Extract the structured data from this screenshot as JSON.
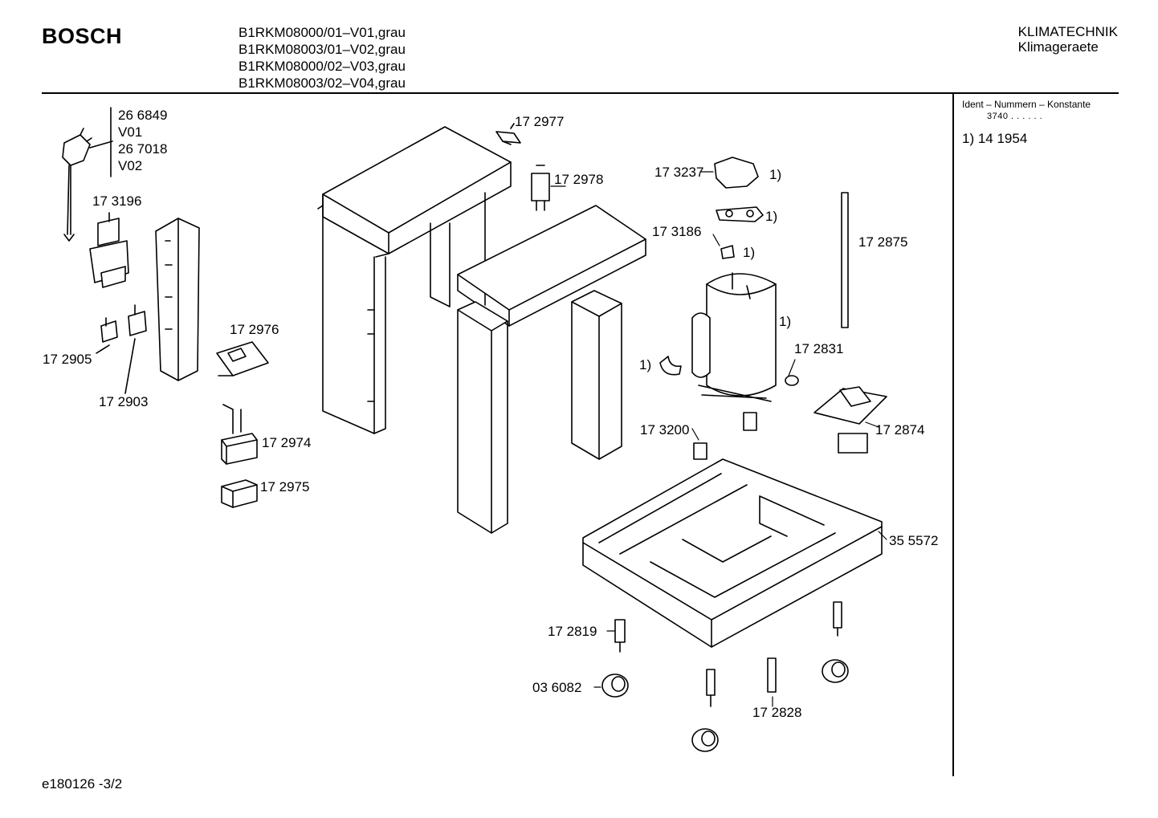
{
  "header": {
    "brand": "BOSCH",
    "models": [
      "B1RKM08000/01–V01,grau",
      "B1RKM08003/01–V02,grau",
      "B1RKM08000/02–V03,grau",
      "B1RKM08003/02–V04,grau"
    ],
    "category": "KLIMATECHNIK",
    "subcategory": "Klimageraete"
  },
  "sidebar": {
    "title": "Ident – Nummern – Konstante",
    "constant": "3740 . . . . . .",
    "notes": [
      "1) 14 1954"
    ]
  },
  "callouts": {
    "plug_a": "26 6849",
    "plug_a_var": "V01",
    "plug_b": "26 7018",
    "plug_b_var": "V02",
    "p173196": "17 3196",
    "p172905": "17 2905",
    "p172903": "17 2903",
    "p172976": "17 2976",
    "p172974": "17 2974",
    "p172975": "17 2975",
    "p172977": "17 2977",
    "p172978": "17 2978",
    "p173237": "17 3237",
    "p173186": "17 3186",
    "p172875": "17 2875",
    "p172831": "17 2831",
    "p172874": "17 2874",
    "p173200": "17 3200",
    "p355572": "35 5572",
    "p172819": "17 2819",
    "p036082": "03 6082",
    "p172828": "17 2828",
    "fn1": "1)",
    "fn2": "1)",
    "fn3": "1)",
    "fn4": "1)",
    "fn5": "1)"
  },
  "footer": {
    "code": "e180126 -3/2"
  }
}
